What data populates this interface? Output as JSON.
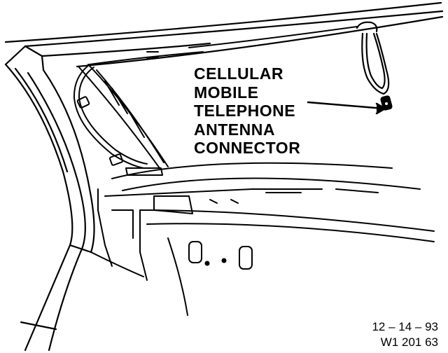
{
  "callout": {
    "lines": [
      "CELLULAR",
      "MOBILE",
      "TELEPHONE",
      "ANTENNA",
      "CONNECTOR"
    ]
  },
  "footer": {
    "date": "12 – 14 – 93",
    "figure_code": "W1 201 63"
  },
  "colors": {
    "ink": "#000000",
    "paper": "#ffffff"
  },
  "icons": {
    "connector": "coiled-antenna-cable-with-plug",
    "pointer": "leader-arrow"
  }
}
